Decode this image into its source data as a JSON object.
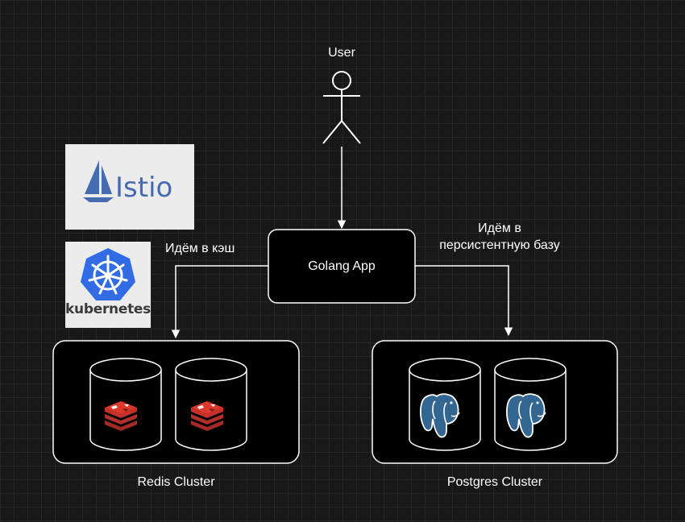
{
  "nodes": {
    "user": "User",
    "app": "Golang App",
    "redis_cluster": "Redis Cluster",
    "postgres_cluster": "Postgres Cluster"
  },
  "edges": {
    "cache_label": "Идём в кэш",
    "db_label_line1": "Идём в",
    "db_label_line2": "персистентную базу"
  },
  "logos": {
    "istio": "Istio",
    "kubernetes": "kubernetes"
  },
  "colors": {
    "background": "#181818",
    "stroke": "#ffffff",
    "istio_blue": "#466bb0",
    "k8s_blue": "#326ce5",
    "redis_red": "#c6302b",
    "postgres_blue": "#336791"
  }
}
